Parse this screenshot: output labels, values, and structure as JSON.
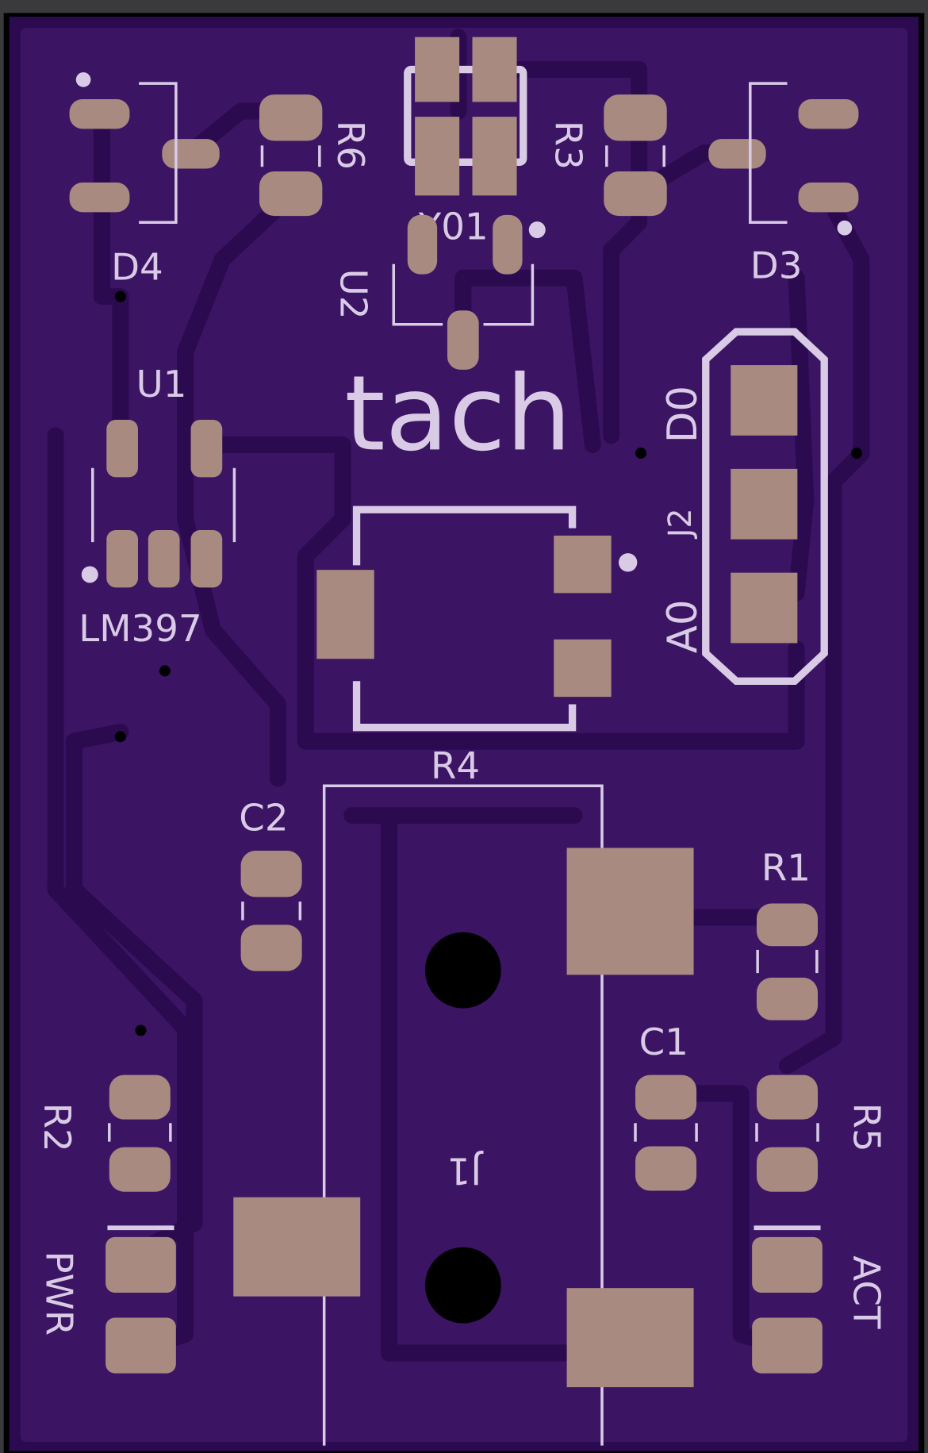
{
  "board": {
    "title": "tach",
    "colors": {
      "frame": "#3a3a3c",
      "substrate": "#2c0a50",
      "pour": "#3b1463",
      "pad": "#a88a80",
      "silk": "#d9cbe6",
      "hole": "#000000"
    },
    "labels": {
      "d4": "D4",
      "r6": "R6",
      "y01": "Y01",
      "r3": "R3",
      "d3": "D3",
      "u2": "U2",
      "u1": "U1",
      "lm397": "LM397",
      "d0": "D0",
      "j2": "J2",
      "a0": "A0",
      "r4": "R4",
      "c2": "C2",
      "r1": "R1",
      "c1": "C1",
      "r2": "R2",
      "r5": "R5",
      "pwr": "PWR",
      "j1": "J1",
      "act": "ACT"
    }
  }
}
